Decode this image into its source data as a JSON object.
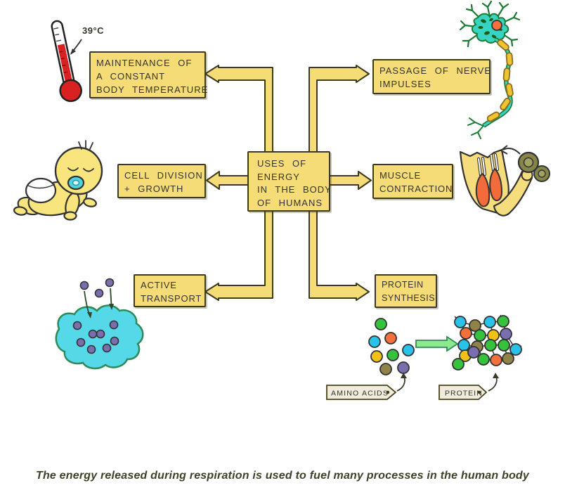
{
  "title": "Uses of energy in the body of humans diagram",
  "center_box": {
    "lines": [
      "USES OF",
      "ENERGY",
      "IN THE BODY",
      "OF HUMANS"
    ]
  },
  "nodes": {
    "temperature": {
      "lines": [
        "MAINTENANCE OF",
        "A CONSTANT",
        "BODY TEMPERATURE"
      ]
    },
    "nerve": {
      "lines": [
        "PASSAGE OF NERVE",
        "IMPULSES"
      ]
    },
    "cell_division": {
      "lines": [
        "CELL DIVISION",
        "+ GROWTH"
      ]
    },
    "muscle": {
      "lines": [
        "MUSCLE",
        "CONTRACTION"
      ]
    },
    "active_transport": {
      "lines": [
        "ACTIVE",
        "TRANSPORT"
      ]
    },
    "protein_synthesis": {
      "lines": [
        "PROTEIN",
        "SYNTHESIS"
      ]
    }
  },
  "labels": {
    "thermometer_reading": "39°C",
    "amino_acids_tag": "AMINO ACIDS",
    "protein_tag": "PROTEIN"
  },
  "caption": "The energy released during respiration is used to fuel many processes in the human body",
  "colors": {
    "box_fill": "#f5dc77",
    "box_border": "#3d3a1c",
    "text": "#33332c",
    "thermometer_red": "#d92121",
    "neuron_body": "#38d4c2",
    "neuron_outline": "#1a7a33",
    "neuron_nucleus": "#f4713b",
    "myelin_yellow": "#f0c431",
    "baby_skin": "#f8e57d",
    "pacifier_cyan": "#4fd4de",
    "muscle_orange": "#f26b3a",
    "dumbbell_olive": "#85854a",
    "cell_cyan": "#55d8e8",
    "molecule_purple": "#7a6fae",
    "amino_green": "#35c23d",
    "amino_cyan": "#29c3ea",
    "amino_orange": "#f4703a",
    "amino_yellow": "#f2c118",
    "amino_olive": "#8f8347",
    "synthesis_arrow_green": "#8ce98c",
    "tag_fill": "#efecdc"
  }
}
